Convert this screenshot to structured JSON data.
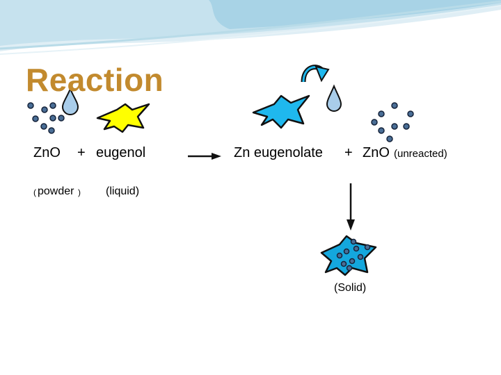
{
  "slide": {
    "title": "Reaction",
    "reactant1": "ZnO",
    "plus1": "+",
    "reactant2": "eugenol",
    "product1": "Zn eugenolate",
    "plus2": "+",
    "product2": "ZnO",
    "product2_note": "(unreacted)",
    "reactant1_state_open": "(",
    "reactant1_state": "powder",
    "reactant1_state_close": ")",
    "reactant2_state": "(liquid)",
    "final_state": "(Solid)"
  },
  "colors": {
    "title": "#c28a2e",
    "drop": "#a9cdea",
    "yellow_particle": "#ffff00",
    "cyan_particle": "#1fb8ee",
    "product_particle": "#14a7dd",
    "dot_fill": "#4a6e96"
  }
}
